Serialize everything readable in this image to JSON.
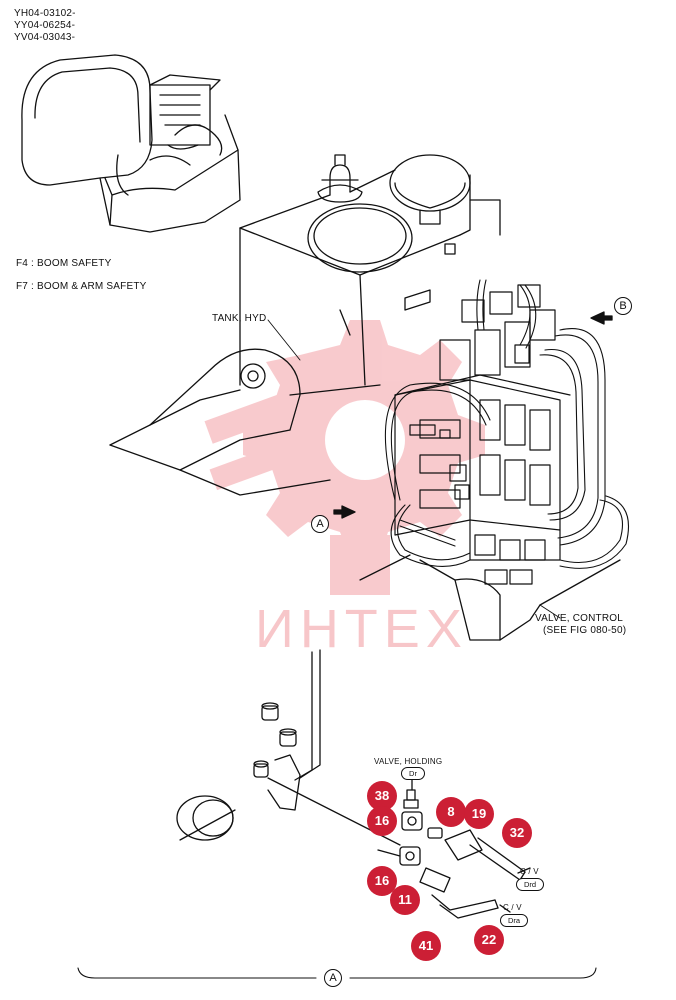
{
  "serials": [
    "YH04-03102-",
    "YY04-06254-",
    "YV04-03043-"
  ],
  "legend": {
    "f4": "F4 : BOOM SAFETY",
    "f7": "F7 : BOOM & ARM SAFETY"
  },
  "labels": {
    "tank": "TANK, HYD",
    "valve_control_1": "VALVE, CONTROL",
    "valve_control_2": "(SEE FIG 080-50)",
    "valve_holding": "VALVE, HOLDING",
    "cv1": "C / V",
    "cv2": "C / V"
  },
  "view_markers": {
    "a_left": "A",
    "b_right": "B",
    "a_bottom": "A"
  },
  "ports": {
    "dr": "Dr",
    "drd": "Drd",
    "dra": "Dra"
  },
  "watermark": {
    "text": "ИНТЕХ",
    "color": "#e8444f"
  },
  "badge_color": "#cc1f35",
  "parts": [
    "38",
    "16",
    "8",
    "19",
    "32",
    "16",
    "11",
    "41",
    "22"
  ]
}
